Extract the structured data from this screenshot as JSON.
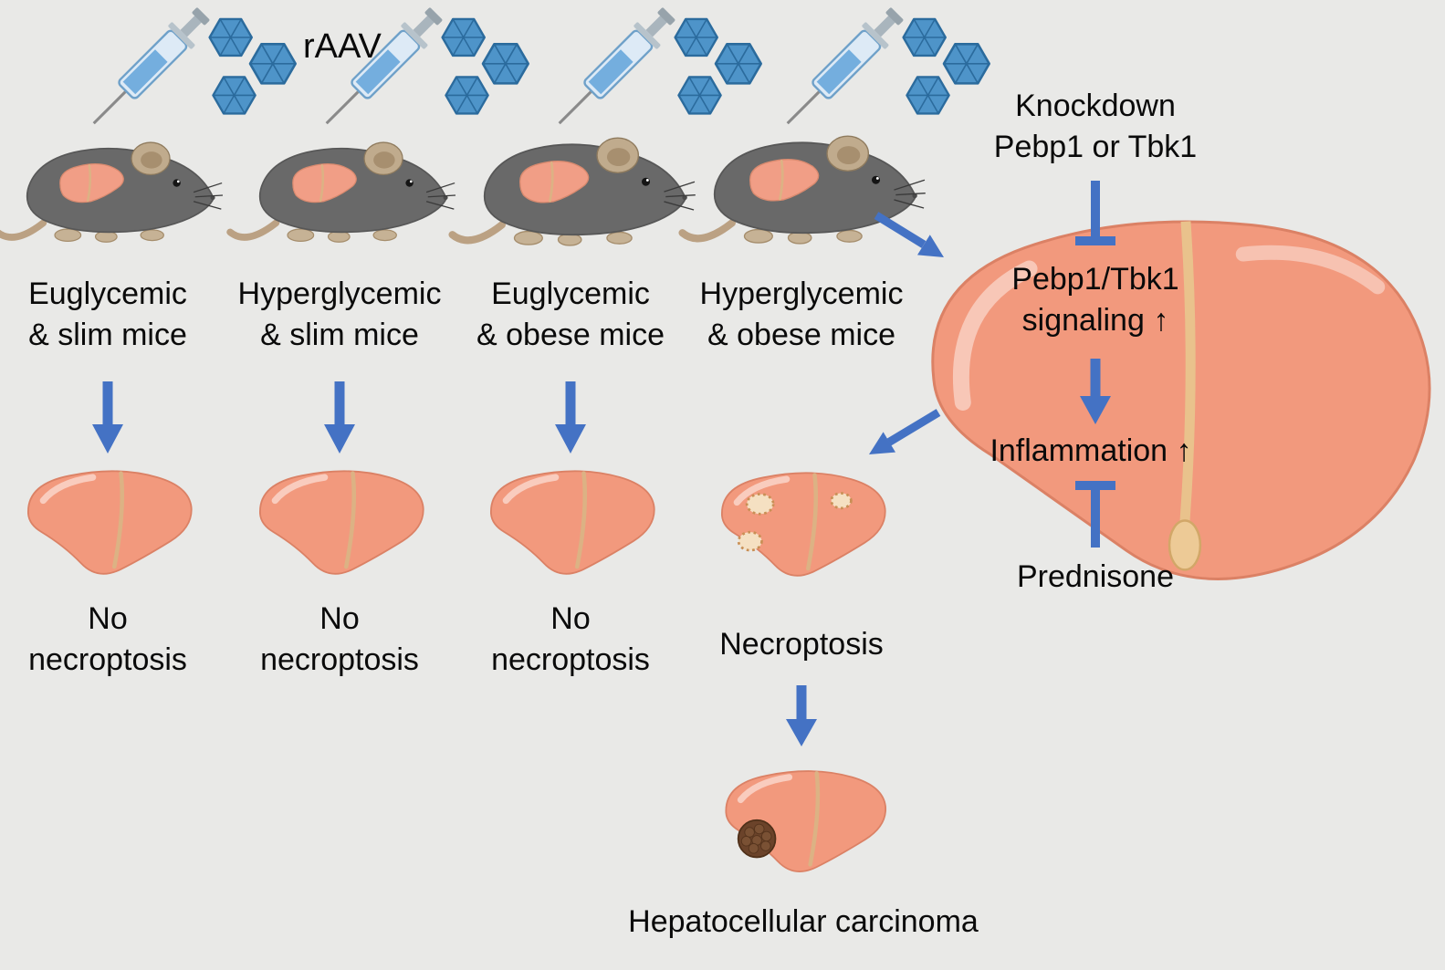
{
  "raav_label": "rAAV",
  "groups": [
    {
      "condition_line1": "Euglycemic",
      "condition_line2": "& slim mice",
      "outcome_line1": "No",
      "outcome_line2": "necroptosis"
    },
    {
      "condition_line1": "Hyperglycemic",
      "condition_line2": "& slim mice",
      "outcome_line1": "No",
      "outcome_line2": "necroptosis"
    },
    {
      "condition_line1": "Euglycemic",
      "condition_line2": "& obese mice",
      "outcome_line1": "No",
      "outcome_line2": "necroptosis"
    },
    {
      "condition_line1": "Hyperglycemic",
      "condition_line2": "& obese mice",
      "outcome": "Necroptosis"
    }
  ],
  "carcinoma_label": "Hepatocellular carcinoma",
  "pathway": {
    "knockdown_line1": "Knockdown",
    "knockdown_line2": "Pebp1 or Tbk1",
    "signaling_line1": "Pebp1/Tbk1",
    "signaling_line2": "signaling ↑",
    "inflammation": "Inflammation ↑",
    "prednisone": "Prednisone"
  },
  "icons": {
    "syringe": "syringe-icon",
    "virus": "raav-virus-icon",
    "mouse": "mouse-icon",
    "liver": "liver-icon",
    "lesioned_liver": "necroptosis-liver-icon",
    "tumor_liver": "carcinoma-liver-icon",
    "arrow": "arrow-down-icon",
    "inhibition": "inhibition-bar-icon"
  },
  "colors": {
    "background": "#e9e9e7",
    "arrow_blue": "#4472c4",
    "virus_blue": "#4e94c9",
    "liver_salmon": "#f2997d",
    "mouse_gray": "#696969",
    "gallbladder_tan": "#e9c28c",
    "lesion_cream": "#f5e0c2",
    "tumor_brown": "#6b432a",
    "text": "#0a0a0a"
  }
}
